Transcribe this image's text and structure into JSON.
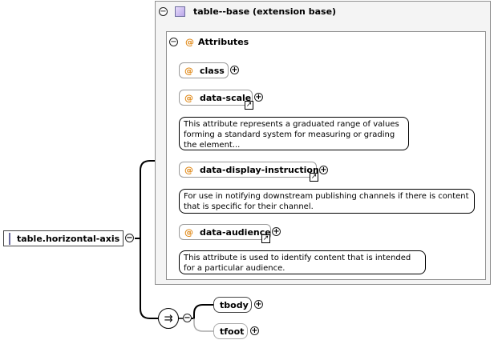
{
  "root_element": {
    "label": "table.horizontal-axis",
    "icon": "element-icon"
  },
  "extension": {
    "label": "table--base (extension base)"
  },
  "attributes_group": {
    "label": "Attributes",
    "symbol": "@"
  },
  "attributes": [
    {
      "name": "class",
      "has_link": false,
      "doc": ""
    },
    {
      "name": "data-scale",
      "has_link": true,
      "doc": "This attribute represents a graduated range of values forming a standard system for measuring or grading the element..."
    },
    {
      "name": "data-display-instructions",
      "has_link": true,
      "doc": "For use in notifying downstream publishing channels if there is content that is specific for their channel."
    },
    {
      "name": "data-audience",
      "has_link": true,
      "doc": "This attribute is used to identify content that is intended for a particular audience."
    }
  ],
  "children": [
    {
      "name": "tbody",
      "optional": false
    },
    {
      "name": "tfoot",
      "optional": true
    }
  ],
  "symbols": {
    "minus": "−",
    "plus": "+",
    "link": "↗",
    "sequence": "⇉"
  }
}
